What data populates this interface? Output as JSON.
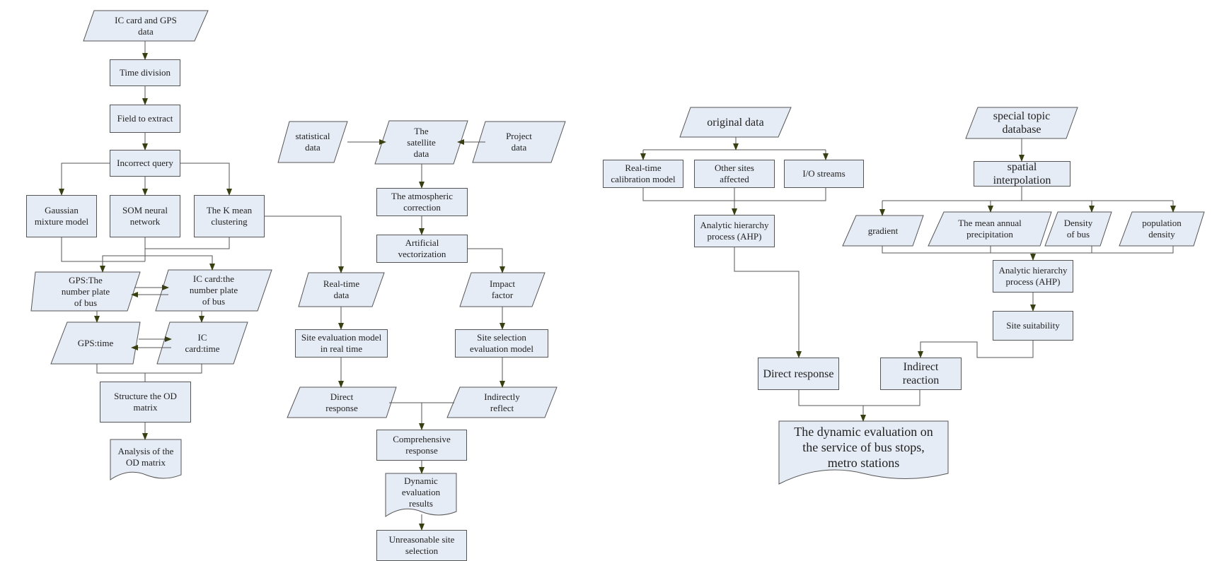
{
  "colors": {
    "fill": "#e6ecf5",
    "stroke": "#555555",
    "connector": "#555555",
    "arrow": "#3a3f12"
  },
  "nodes": {
    "ic_gps": "IC card and GPS\ndata",
    "time_div": "Time division",
    "field_extract": "Field to extract",
    "incorrect_query": "Incorrect query",
    "gaussian": "Gaussian\nmixture model",
    "som": "SOM neural\nnetwork",
    "kmeans": "The K mean\nclustering",
    "gps_plate": "GPS:The\nnumber plate\nof bus",
    "ic_plate": "IC card:the\nnumber plate\nof bus",
    "gps_time": "GPS:time",
    "ic_time": "IC\ncard:time",
    "od_struct": "Structure the OD\nmatrix",
    "od_analysis": "Analysis of the\nOD matrix",
    "statistical": "statistical\ndata",
    "satellite": "The\nsatellite\ndata",
    "project": "Project\ndata",
    "atmos": "The atmospheric\ncorrection",
    "artificial": "Artificial\nvectorization",
    "realtime_data": "Real-time\ndata",
    "impact": "Impact\nfactor",
    "site_eval": "Site evaluation model\nin real time",
    "site_sel": "Site selection\nevaluation model",
    "direct_resp": "Direct\nresponse",
    "indirect_refl": "Indirectly\nreflect",
    "comprehensive": "Comprehensive\nresponse",
    "dynamic_results": "Dynamic\nevaluation\nresults",
    "unreasonable": "Unreasonable site\nselection",
    "original": "original data",
    "rt_calib": "Real-time\ncalibration model",
    "other_sites": "Other sites affected",
    "io_streams": "I/O streams",
    "ahp1": "Analytic hierarchy\nprocess (AHP)",
    "special_db": "special topic\ndatabase",
    "spatial": "spatial interpolation",
    "gradient": "gradient",
    "precip": "The mean annual\nprecipitation",
    "density_bus": "Density\nof bus",
    "pop_density": "population\ndensity",
    "ahp2": "Analytic hierarchy\nprocess (AHP)",
    "site_suit": "Site suitability",
    "direct_response": "Direct response",
    "indirect_reaction": "Indirect reaction",
    "dynamic_eval": "The dynamic evaluation on\nthe service of  bus stops,\nmetro stations"
  }
}
